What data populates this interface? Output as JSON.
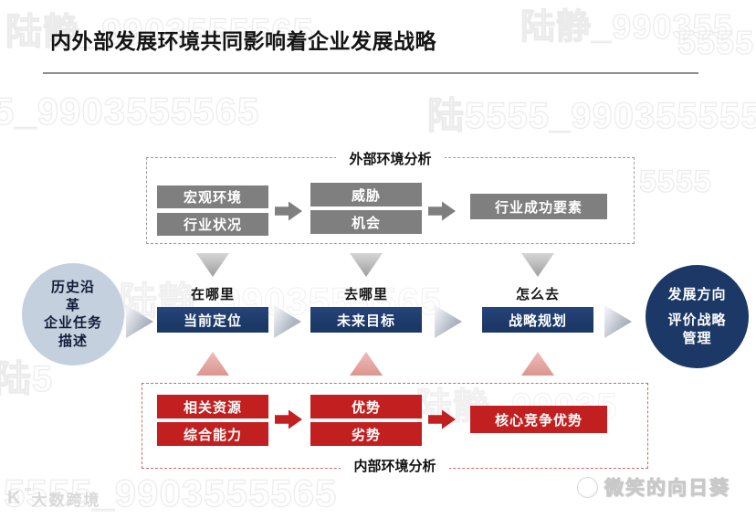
{
  "title": "内外部发展环境共同影响着企业发展战略",
  "external": {
    "label": "外部环境分析",
    "box_macro": "宏观环境",
    "box_industry": "行业状况",
    "box_threat": "威胁",
    "box_opportunity": "机会",
    "box_success": "行业成功要素"
  },
  "middle": {
    "left_circle": {
      "l1": "历史沿",
      "l2": "革",
      "l3": "企业任务",
      "l4": "描述"
    },
    "step1_label": "在哪里",
    "step1_box": "当前定位",
    "step2_label": "去哪里",
    "step2_box": "未来目标",
    "step3_label": "怎么去",
    "step3_box": "战略规划",
    "right_circle": {
      "l1": "发展方向",
      "l2": "评价战略",
      "l3": "管理"
    }
  },
  "internal": {
    "label": "内部环境分析",
    "box_resource": "相关资源",
    "box_capability": "综合能力",
    "box_strength": "优势",
    "box_weakness": "劣势",
    "box_core": "核心竞争优势"
  },
  "watermarks": [
    "陆静_9903555565",
    "陆静_990355",
    "5555",
    "5_9903555565",
    "陆5555_9903555555",
    "陆静_9903555565",
    "陆静_99035",
    "5555_9903555565",
    "5555",
    "陆5"
  ],
  "footer": {
    "logo_icon": "K",
    "logo_icon_sup": "°°",
    "logo_text": "大数跨境",
    "brand_text": "微笑的向日葵"
  },
  "colors": {
    "navy": "#1c3866",
    "gray": "#7f7f7f",
    "red": "#c22020",
    "light_blue_circle": "#c5d0df",
    "red_dashed_border": "#cc6a6a",
    "gray_dashed_border": "#9c9c9c"
  }
}
